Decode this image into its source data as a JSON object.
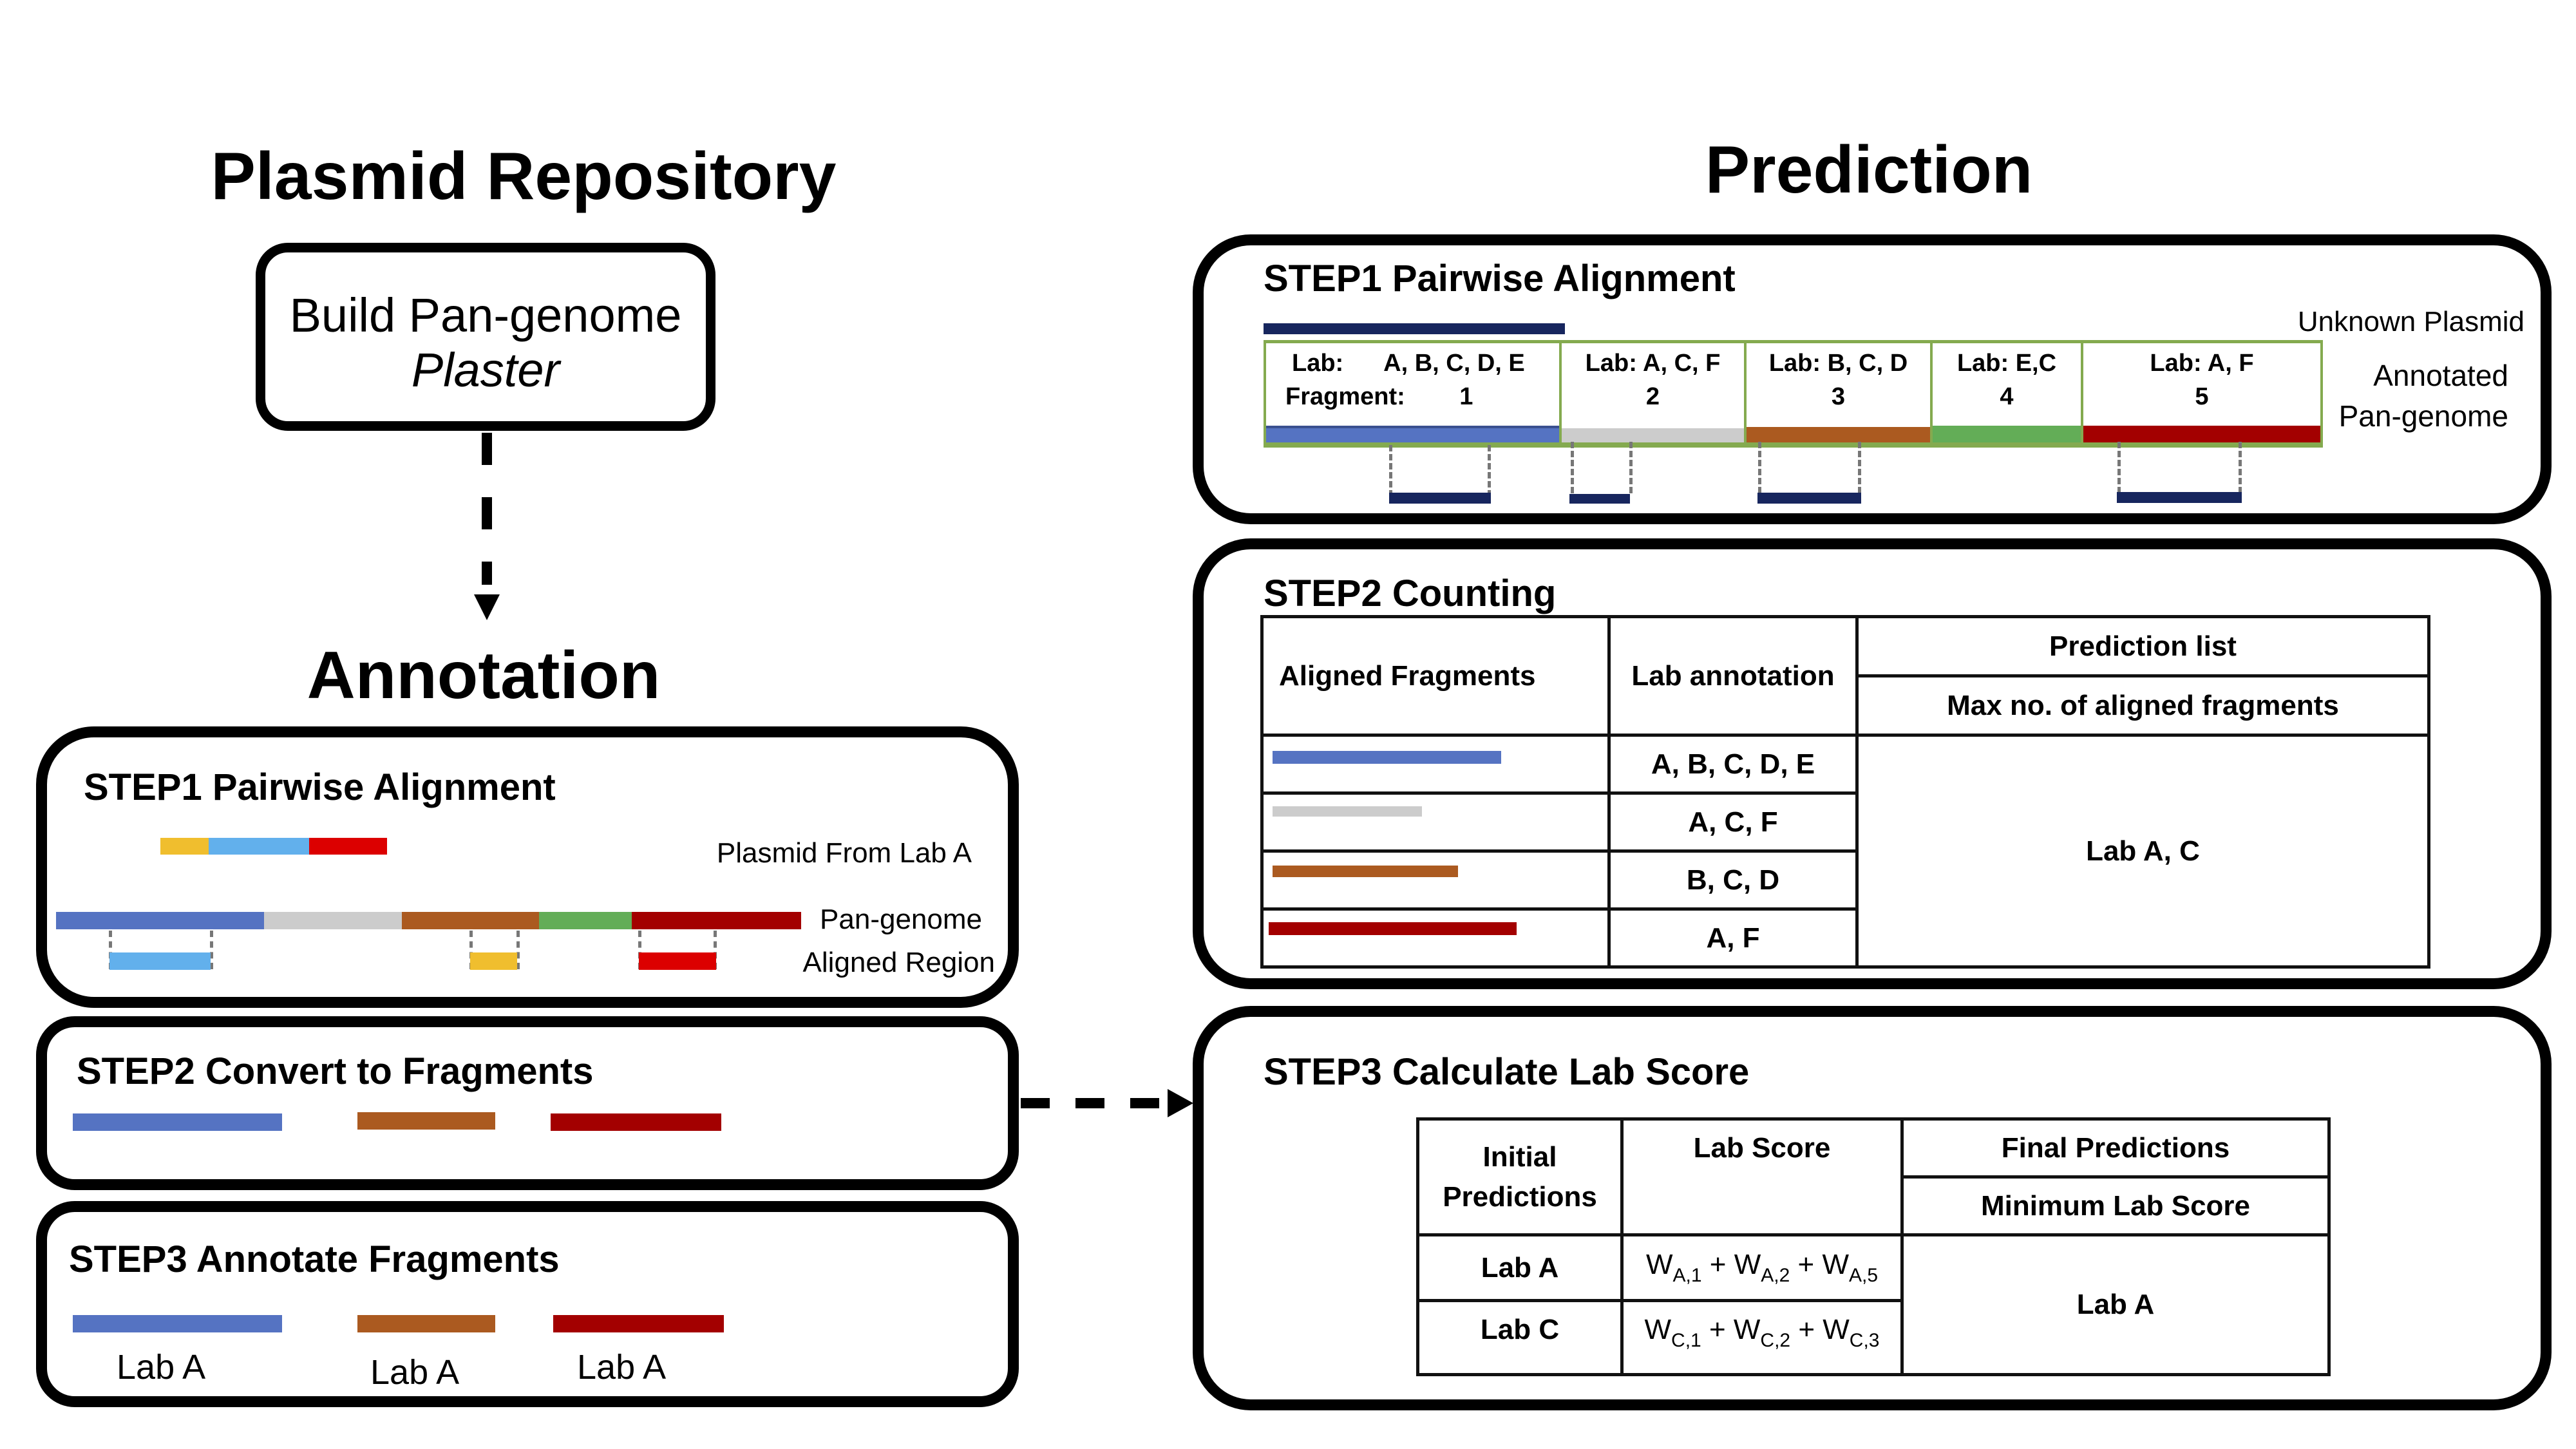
{
  "repository": {
    "title": "Plasmid Repository",
    "build_box": {
      "line1": "Build Pan-genome",
      "line2": "Plaster"
    }
  },
  "annotation": {
    "title": "Annotation",
    "step1": {
      "title": "STEP1 Pairwise Alignment",
      "plasmid_label": "Plasmid From Lab A",
      "pangenome_label": "Pan-genome",
      "aligned_label": "Aligned Region"
    },
    "step2": {
      "title": "STEP2 Convert to Fragments"
    },
    "step3": {
      "title": "STEP3 Annotate Fragments",
      "fragment_labels": [
        "Lab A",
        "Lab A",
        "Lab A"
      ]
    }
  },
  "prediction": {
    "title": "Prediction",
    "step1": {
      "title": "STEP1 Pairwise Alignment",
      "unknown_label": "Unknown Plasmid",
      "annotated_label_line1": "Annotated",
      "annotated_label_line2": "Pan-genome",
      "fragments": [
        {
          "lab": "Lab:      A, B, C, D, E",
          "fragment": "Fragment:        1",
          "color": "#5573c2"
        },
        {
          "lab": "Lab: A, C, F",
          "fragment": "2",
          "color": "#cccccc"
        },
        {
          "lab": "Lab: B, C, D",
          "fragment": "3",
          "color": "#ab5a20"
        },
        {
          "lab": "Lab: E,C",
          "fragment": "4",
          "color": "#63ad57"
        },
        {
          "lab": "Lab: A, F",
          "fragment": "5",
          "color": "#a30000"
        }
      ]
    },
    "step2": {
      "title": "STEP2 Counting",
      "headers": {
        "aligned_fragments": "Aligned Fragments",
        "lab_annotation": "Lab annotation",
        "prediction_list": "Prediction list",
        "max_aligned": "Max no. of aligned fragments"
      },
      "rows": [
        {
          "color": "#5573c2",
          "labs": "A, B, C, D, E"
        },
        {
          "color": "#cccccc",
          "labs": "A, C, F"
        },
        {
          "color": "#ab5a20",
          "labs": "B, C, D"
        },
        {
          "color": "#a30000",
          "labs": "A, F"
        }
      ],
      "result": "Lab A, C"
    },
    "step3": {
      "title": "STEP3 Calculate Lab Score",
      "headers": {
        "initial_predictions": "Initial Predictions",
        "lab_score": "Lab Score",
        "final_predictions": "Final Predictions",
        "minimum_lab_score": "Minimum Lab Score"
      },
      "rows": [
        {
          "lab": "Lab A",
          "terms": [
            {
              "w": "W",
              "sub": "A,1"
            },
            {
              "w": "W",
              "sub": "A,2"
            },
            {
              "w": "W",
              "sub": "A,5"
            }
          ]
        },
        {
          "lab": "Lab C",
          "terms": [
            {
              "w": "W",
              "sub": "C,1"
            },
            {
              "w": "W",
              "sub": "C,2"
            },
            {
              "w": "W",
              "sub": "C,3"
            }
          ]
        }
      ],
      "result": "Lab A"
    }
  },
  "colors": {
    "frag_blue": "#5573c2",
    "frag_grey": "#cccccc",
    "frag_brown": "#ab5a20",
    "frag_green": "#63ad57",
    "frag_darkred": "#a30000",
    "plasmid_yellow": "#f0be2e",
    "plasmid_lightblue": "#62b0ec",
    "plasmid_red": "#dc0000",
    "unknown_navy": "#17265e",
    "annot_border_green": "#84aa4f"
  }
}
